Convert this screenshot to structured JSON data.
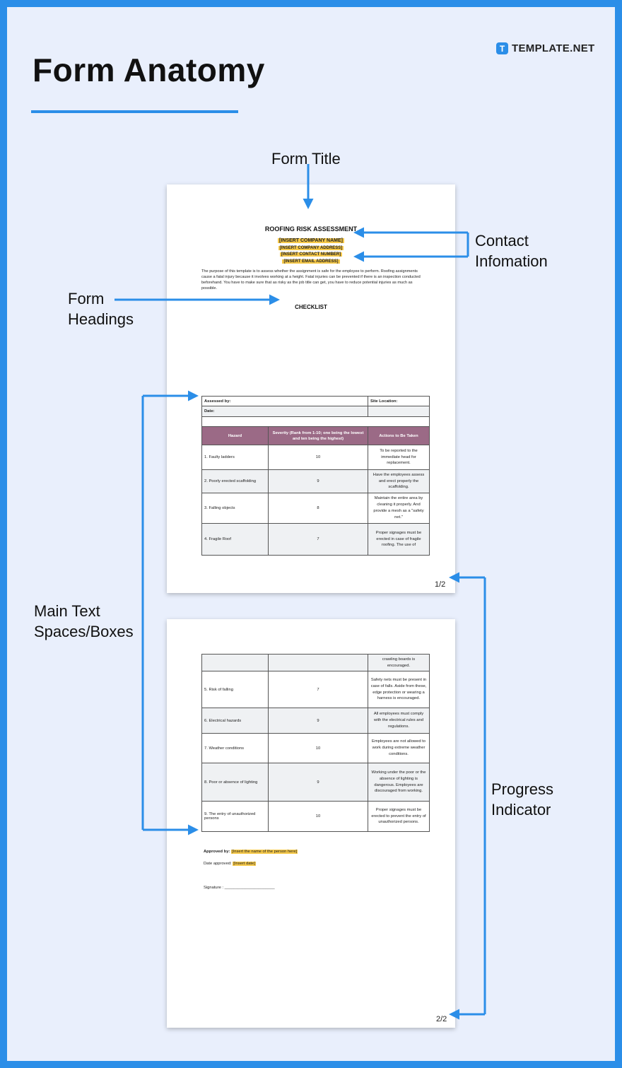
{
  "header": {
    "title": "Form Anatomy",
    "brand": {
      "icon": "T",
      "name": "TEMPLATE.NET"
    }
  },
  "callouts": {
    "form_title": "Form Title",
    "contact_line1": "Contact",
    "contact_line2": "Infomation",
    "headings_line1": "Form",
    "headings_line2": "Headings",
    "main_text_line1": "Main Text",
    "main_text_line2": "Spaces/Boxes",
    "progress_line1": "Progress",
    "progress_line2": "Indicator"
  },
  "colors": {
    "accent": "#2b8ee8",
    "background": "#e9effc",
    "table_header": "#9b6a86",
    "highlight": "#f6c94a"
  },
  "page1": {
    "doc_title": "ROOFING RISK ASSESSMENT",
    "contact": [
      "[INSERT COMPANY NAME]",
      "[INSERT COMPANY ADDRESS]",
      "[INSERT CONTACT NUMBER]",
      "[INSERT EMAIL ADDRESS]"
    ],
    "intro": "The purpose of this template is to assess whether the assignment is safe for the employee to perform. Roofing assignments cause a fatal injury because it involves working at a height. Fatal injuries can be prevented if there is an inspection conducted beforehand. You have to make sure that as risky as the job title can get, you have to reduce potential injuries as much as possible.",
    "checklist_heading": "CHECKLIST",
    "assessed_by": "Assessed by:",
    "site_location": "Site Location:",
    "date": "Date:",
    "columns": [
      "Hazard",
      "Severity (Rank from 1-10; one being the lowest and ten being the highest)",
      "Actions to Be Taken"
    ],
    "rows": [
      {
        "hazard": "1. Faulty ladders",
        "severity": "10",
        "action": "To be reported to the immediate head for replacement."
      },
      {
        "hazard": "2. Poorly erected scaffolding",
        "severity": "9",
        "action": "Have the employees assess and erect properly the scaffolding."
      },
      {
        "hazard": "3. Falling objects",
        "severity": "8",
        "action": "Maintain the entire area by cleaning it properly. And provide a mesh as a \"safety net.\""
      },
      {
        "hazard": "4. Fragile Roof",
        "severity": "7",
        "action": "Proper signages must be erected in case of fragile roofing. The use of"
      }
    ],
    "page_number": "1/2"
  },
  "page2": {
    "rows": [
      {
        "hazard": "",
        "severity": "",
        "action": "crawling boards is encouraged."
      },
      {
        "hazard": "5. Risk of falling",
        "severity": "7",
        "action": "Safety nets must be present in case of falls. Aside from these, edge protection or wearing a harness is encouraged."
      },
      {
        "hazard": "6. Electrical hazards",
        "severity": "9",
        "action": "All employees must comply with the electrical rules and regulations."
      },
      {
        "hazard": "7. Weather conditions",
        "severity": "10",
        "action": "Employees are not allowed to work during extreme weather conditions."
      },
      {
        "hazard": "8. Poor or absence of lighting",
        "severity": "9",
        "action": "Working under the poor or the absence of lighting is dangerous. Employees are discouraged from working."
      },
      {
        "hazard": "9. The entry of unauthorized persons",
        "severity": "10",
        "action": "Proper signages must be erected to prevent the entry of unauthorized persons."
      }
    ],
    "approved_by_label": "Approved by:",
    "approved_by_value": "[Insert the name of the person here]",
    "date_approved_label": "Date approved:",
    "date_approved_value": "[Insert date]",
    "signature": "Signature : ______________________",
    "page_number": "2/2"
  }
}
